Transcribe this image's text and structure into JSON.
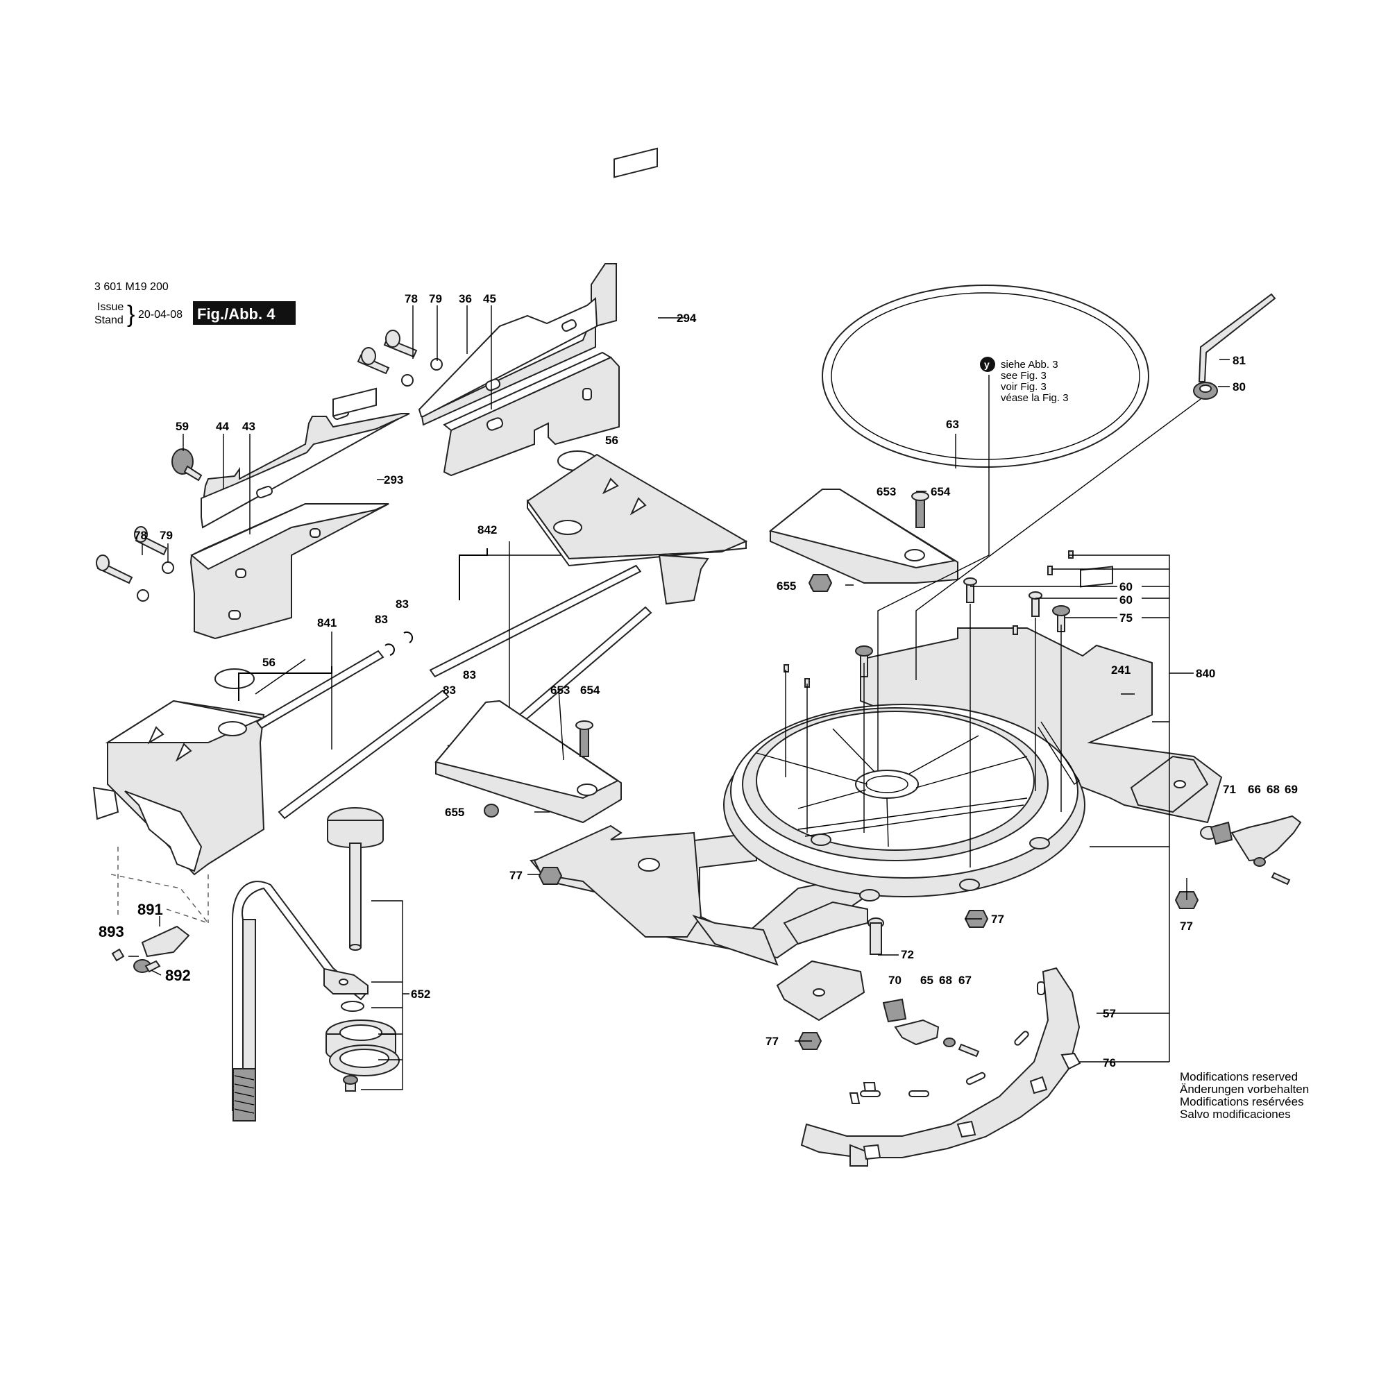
{
  "header": {
    "part_number": "3 601 M19 200",
    "issue_label": "Issue",
    "stand_label": "Stand",
    "date": "20-04-08",
    "figure_badge": "Fig./Abb. 4"
  },
  "note": {
    "marker": "y",
    "lines": [
      "siehe Abb. 3",
      "see Fig. 3",
      "voir Fig. 3",
      "véase la Fig. 3"
    ]
  },
  "modifications": [
    "Modifications reserved",
    "Änderungen vorbehalten",
    "Modifications resérvées",
    "Salvo modificaciones"
  ],
  "labels": {
    "l78a": "78",
    "l79a": "79",
    "l36": "36",
    "l45": "45",
    "l294": "294",
    "l59": "59",
    "l44": "44",
    "l43": "43",
    "l293": "293",
    "l78b": "78",
    "l79b": "79",
    "l56a": "56",
    "l842": "842",
    "l83a": "83",
    "l83b": "83",
    "l83c": "83",
    "l83d": "83",
    "l841": "841",
    "l56b": "56",
    "l653a": "653",
    "l654a": "654",
    "l655a": "655",
    "l63": "63",
    "l81": "81",
    "l80": "80",
    "l653b": "653",
    "l654b": "654",
    "l655b": "655",
    "l60a": "60",
    "l60b": "60",
    "l75": "75",
    "l241": "241",
    "l840": "840",
    "l71": "71",
    "l66": "66",
    "l68a": "68",
    "l69": "69",
    "l77a": "77",
    "l77b": "77",
    "l77c": "77",
    "l77d": "77",
    "l72": "72",
    "l70": "70",
    "l65": "65",
    "l68b": "68",
    "l67": "67",
    "l57": "57",
    "l76": "76",
    "l652": "652",
    "l891": "891",
    "l893": "893",
    "l892": "892"
  }
}
